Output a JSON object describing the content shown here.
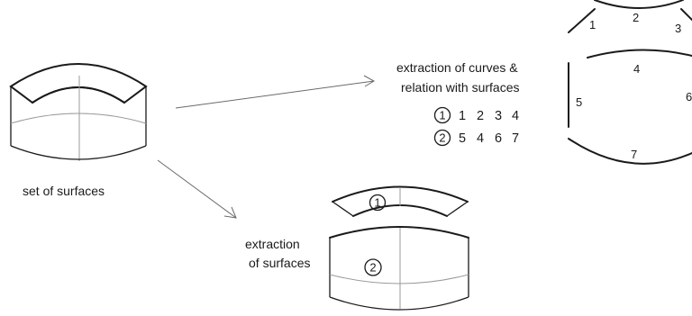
{
  "labels": {
    "set_of_surfaces": "set of surfaces",
    "extraction_curves_line1": "extraction of curves &",
    "extraction_curves_line2": "relation with surfaces",
    "extraction_surfaces_line1": "extraction",
    "extraction_surfaces_line2": "of surfaces"
  },
  "relations": [
    {
      "surface": "1",
      "curves": [
        "1",
        "2",
        "3",
        "4"
      ]
    },
    {
      "surface": "2",
      "curves": [
        "5",
        "4",
        "6",
        "7"
      ]
    }
  ],
  "curve_labels": [
    "1",
    "2",
    "3",
    "4",
    "5",
    "6",
    "7"
  ],
  "surface_labels": [
    "1",
    "2"
  ]
}
